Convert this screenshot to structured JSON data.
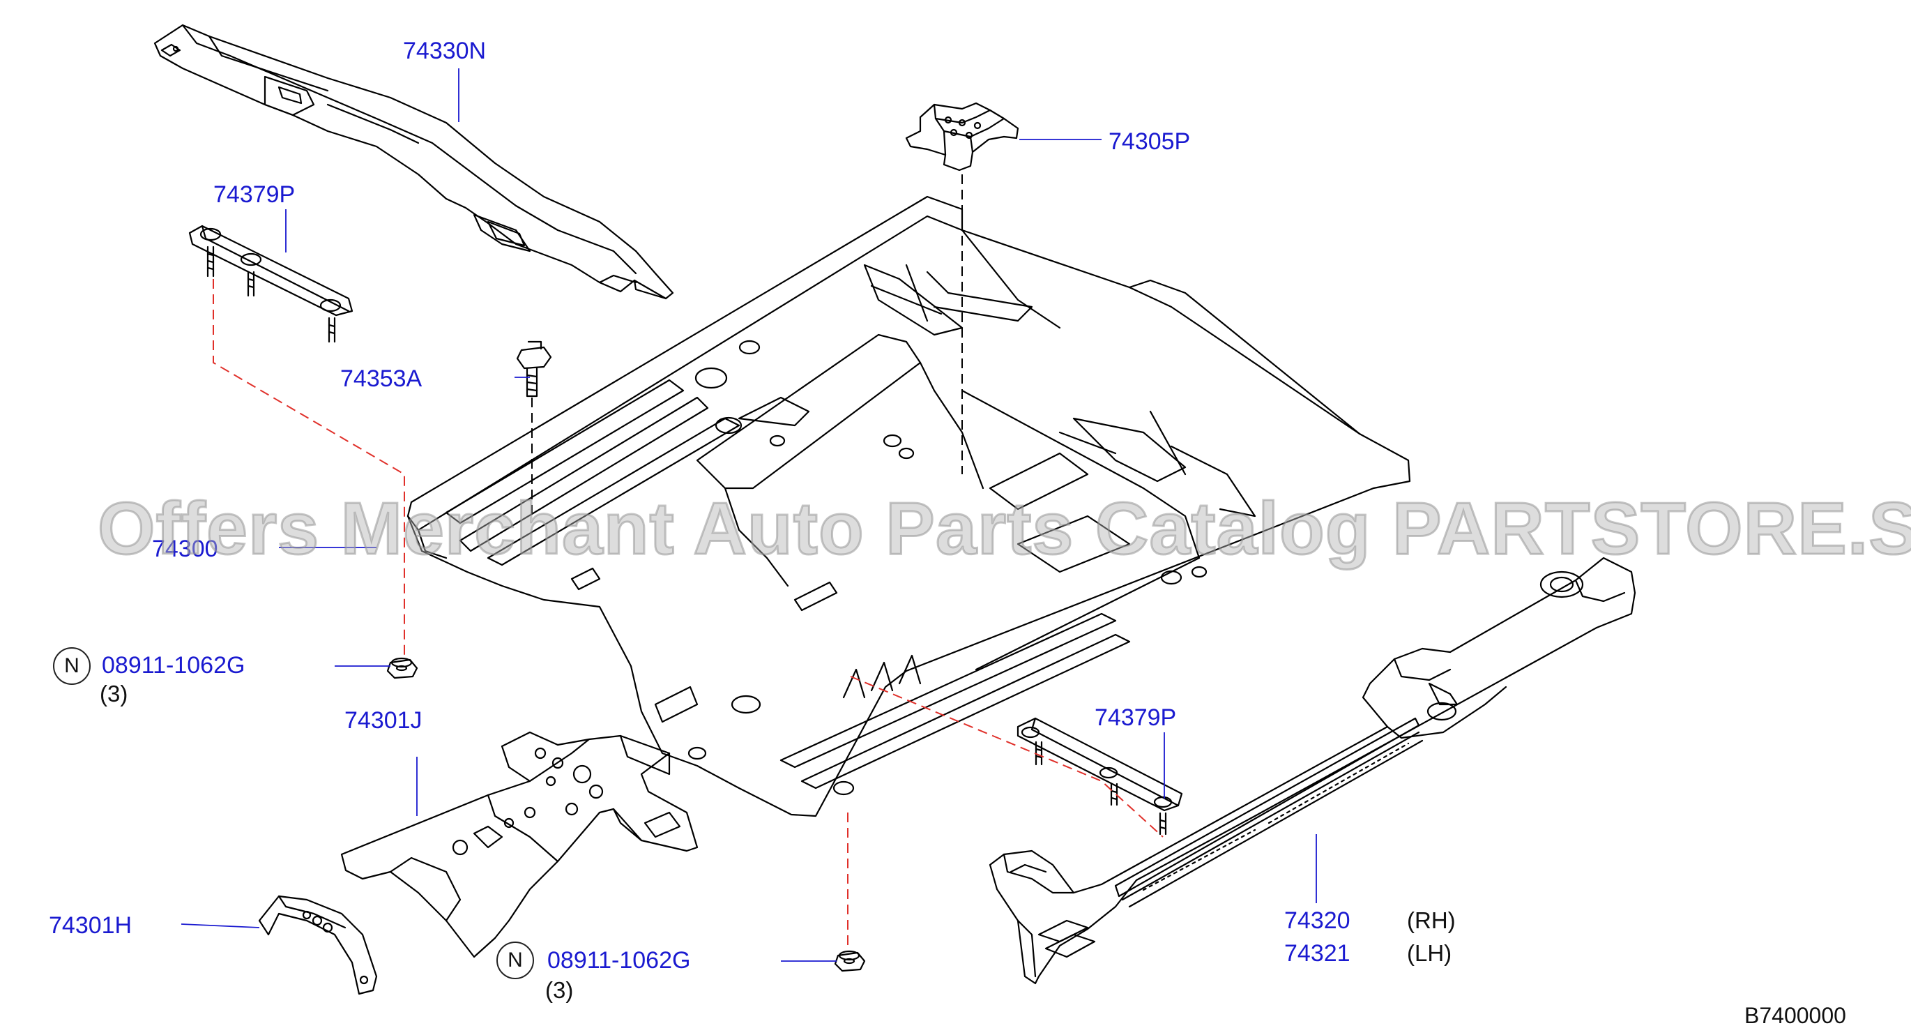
{
  "labels": {
    "p74330N": "74330N",
    "p74305P": "74305P",
    "p74379P_top": "74379P",
    "p74353A": "74353A",
    "p74300": "74300",
    "p08911_a": "08911-1062G",
    "qty_a": "(3)",
    "p74301J": "74301J",
    "p74301H": "74301H",
    "p08911_b": "08911-1062G",
    "qty_b": "(3)",
    "p74379P_bottom": "74379P",
    "p74320": "74320",
    "rh": "(RH)",
    "p74321": "74321",
    "lh": "(LH)",
    "diagram_code": "B7400000"
  },
  "badges": {
    "n1": "N",
    "n2": "N"
  },
  "watermark": "Offers Merchant Auto Parts Catalog PARTSTORE.SA",
  "colors": {
    "label": "#1a1ad0",
    "leader": "#1a1ad0",
    "dash_red": "#e0302a",
    "line": "#000000"
  }
}
